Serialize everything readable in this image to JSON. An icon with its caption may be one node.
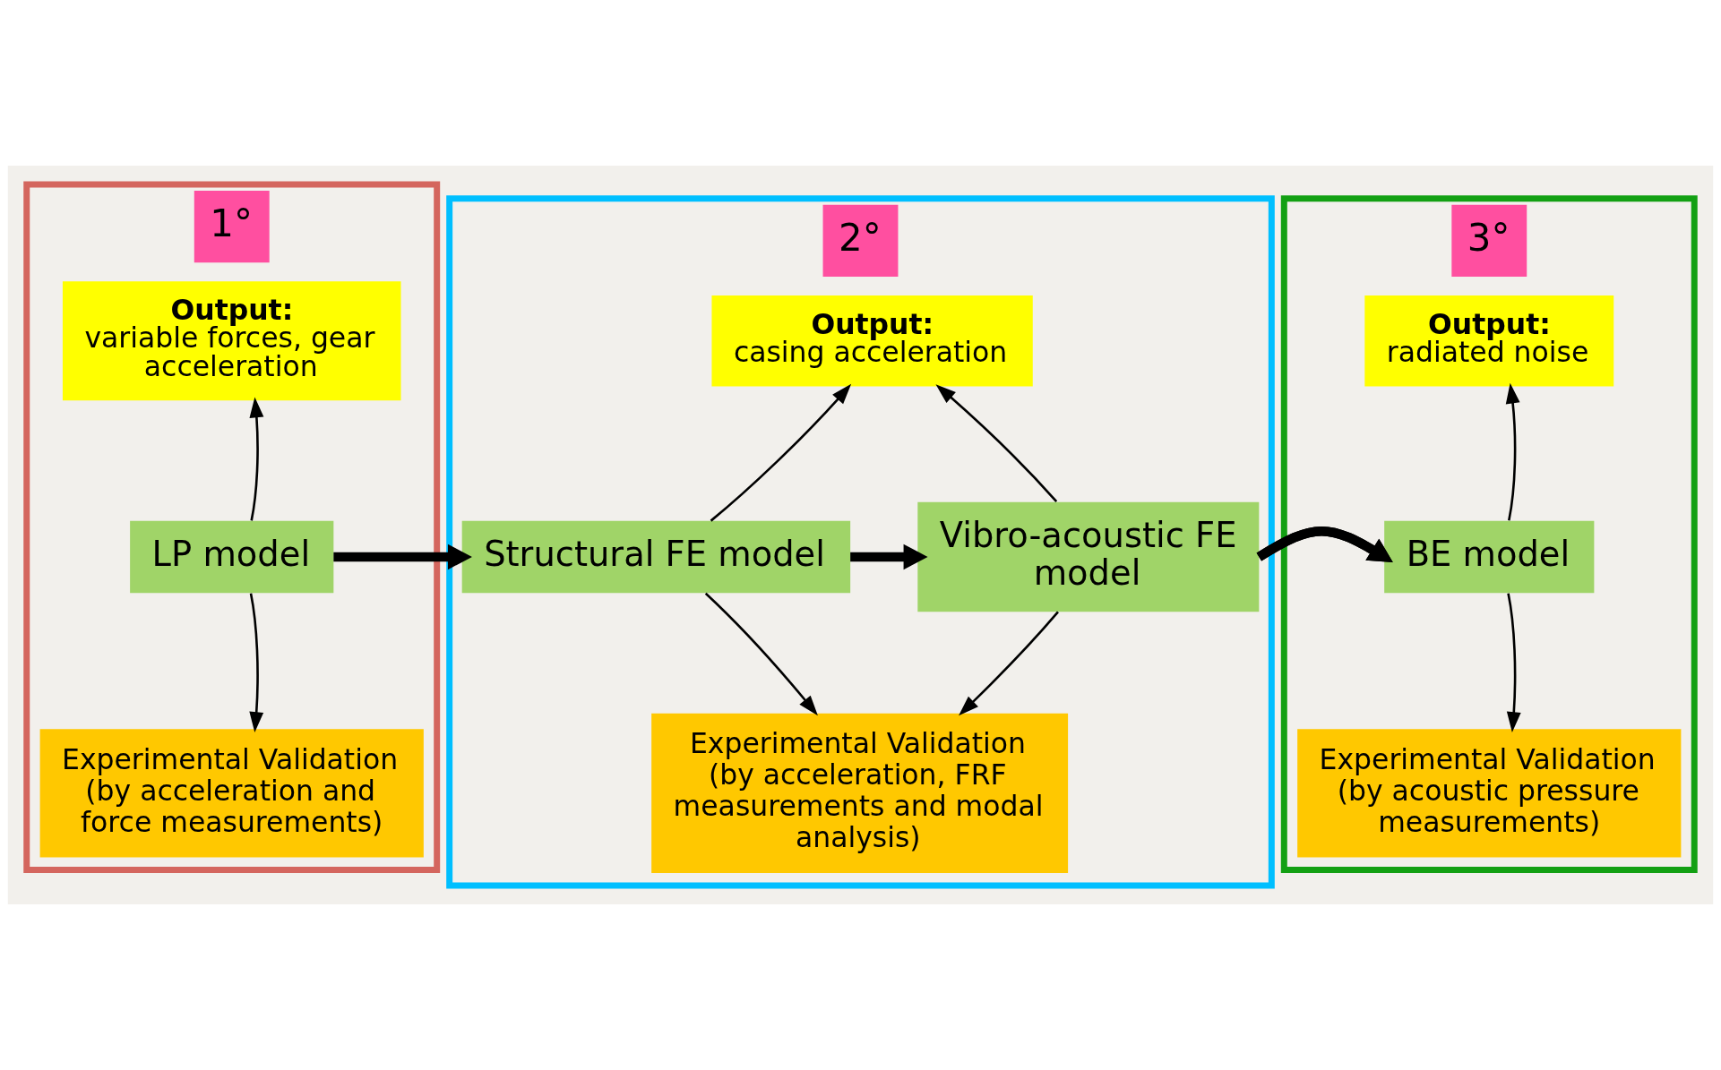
{
  "diagram": {
    "nodes": [
      {
        "text": [
          "1°"
        ]
      },
      {
        "text": [
          "Output:",
          "variable forces, gear acceleration"
        ],
        "in": 0
      },
      {
        "text": [
          "LP model"
        ],
        "in": 0
      },
      {
        "text": [
          "Experimental Validation (by acceleration and force measurements)"
        ],
        "in": 0
      },
      {
        "text": [
          "2°"
        ]
      },
      {
        "text": [
          "Output:",
          "casing acceleration"
        ],
        "in": 4
      },
      {
        "text": [
          "Structural FE model"
        ],
        "in": 4
      },
      {
        "text": [
          "Vibro-acoustic FE model"
        ],
        "in": 4
      },
      {
        "text": [
          "Experimental Validation (by acceleration, FRF measurements and modal analysis)"
        ],
        "in": 4
      },
      {
        "text": [
          "3°"
        ]
      },
      {
        "text": [
          "Output:",
          "radiated noise"
        ],
        "in": 9
      },
      {
        "text": [
          "BE model"
        ],
        "in": 9
      },
      {
        "text": [
          "Experimental Validation (by acoustic pressure measurements)"
        ],
        "in": 9
      }
    ],
    "edges": [
      {
        "from": 2,
        "to": 1,
        "arrow": "to"
      },
      {
        "from": 2,
        "to": 3,
        "arrow": "to"
      },
      {
        "from": 2,
        "to": 6,
        "arrow": "to",
        "style": "thick"
      },
      {
        "from": 6,
        "to": 5,
        "arrow": "to"
      },
      {
        "from": 7,
        "to": 5,
        "arrow": "to"
      },
      {
        "from": 6,
        "to": 7,
        "arrow": "to",
        "style": "thick"
      },
      {
        "from": 6,
        "to": 8,
        "arrow": "to"
      },
      {
        "from": 7,
        "to": 8,
        "arrow": "to"
      },
      {
        "from": 7,
        "to": 11,
        "arrow": "to",
        "style": "thick"
      },
      {
        "from": 11,
        "to": 10,
        "arrow": "to"
      },
      {
        "from": 11,
        "to": 12,
        "arrow": "to"
      }
    ]
  }
}
